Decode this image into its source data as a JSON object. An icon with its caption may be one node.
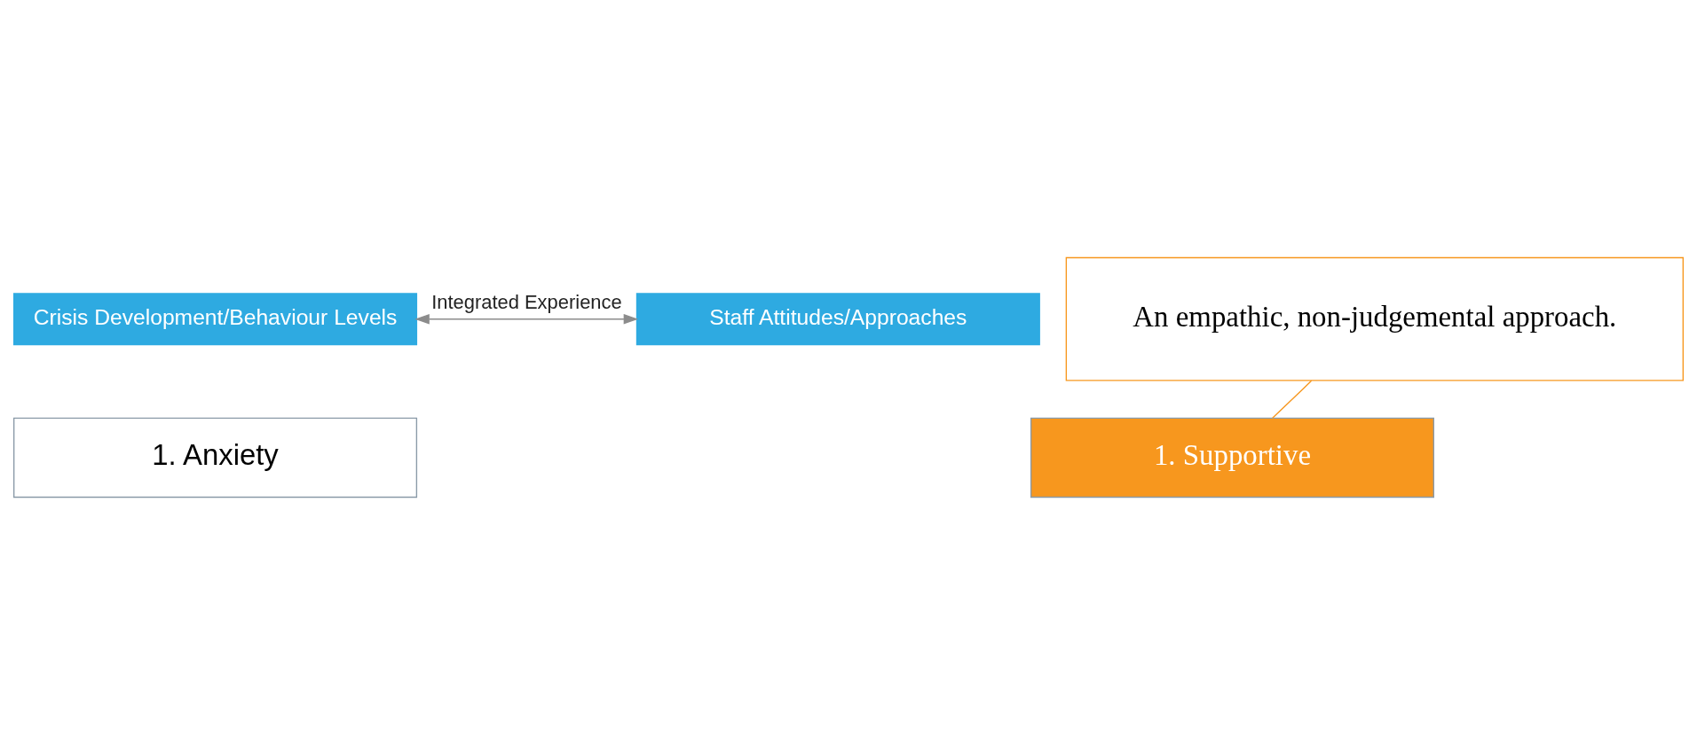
{
  "diagram": {
    "nodes": [
      {
        "text": [
          "Crisis Development/Behaviour Levels"
        ]
      },
      {
        "text": [
          "1. Anxiety"
        ]
      },
      {
        "text": [
          "Staff Attitudes/Approaches"
        ]
      },
      {
        "text": [
          "1. Supportive"
        ]
      },
      {
        "text": [
          "An empathic, non-judgemental approach."
        ]
      }
    ],
    "edges": [
      {
        "from": 0,
        "to": 2,
        "arrow": "both",
        "label": "Integrated Experience",
        "color": "#8c8c8c"
      },
      {
        "from": 4,
        "to": 3,
        "arrow": "none",
        "color": "#f7971e"
      }
    ]
  }
}
